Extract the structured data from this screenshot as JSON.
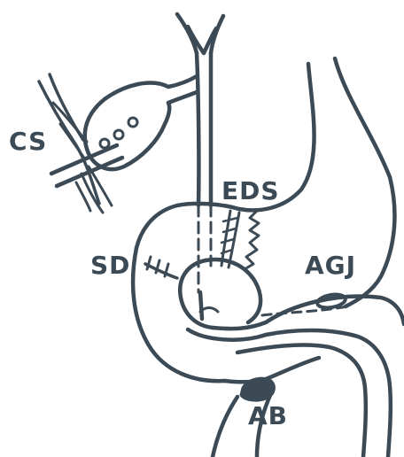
{
  "colors": {
    "ink": "#3c4a56",
    "background": "#ffffff"
  },
  "labels": {
    "cs": "CS",
    "eds": "EDS",
    "sd": "SD",
    "agj": "AGJ",
    "ab": "AB"
  }
}
